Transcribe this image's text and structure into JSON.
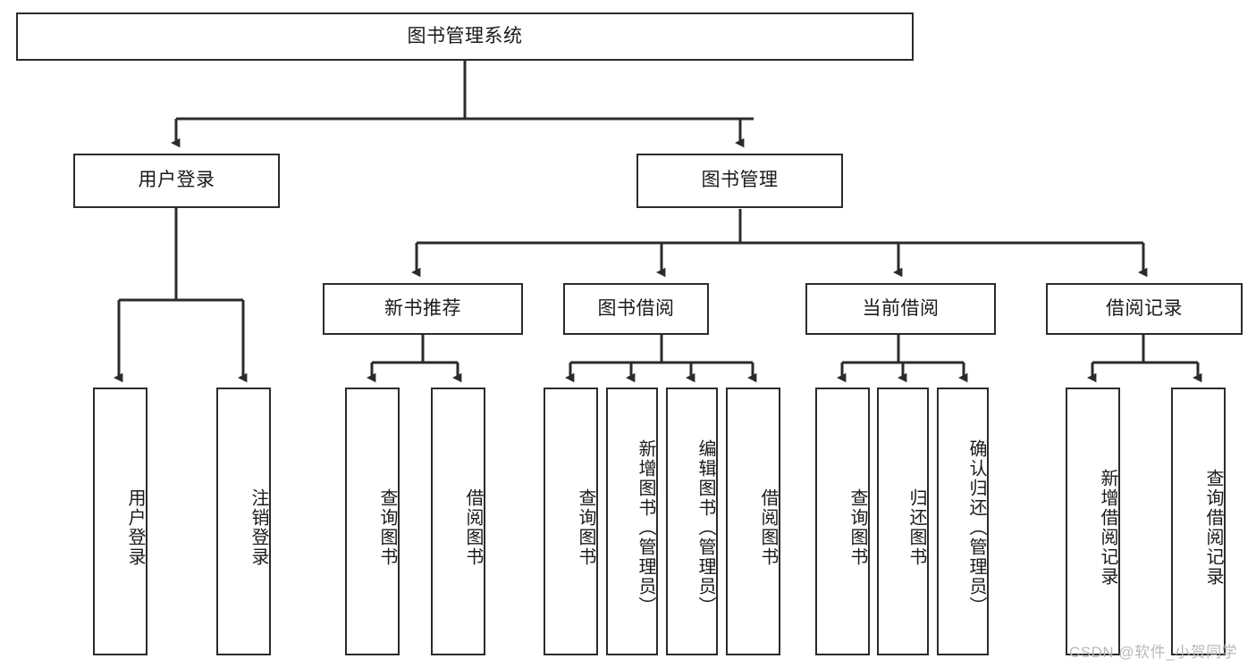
{
  "diagram": {
    "type": "tree",
    "title": "图书管理系统",
    "orientation": "top-down",
    "watermark": "CSDN @软件_小贺同学",
    "colors": {
      "box_border": "#2b2b2b",
      "box_fill": "#ffffff",
      "line": "#2b2b2b",
      "text": "#1a1a1a",
      "watermark": "#b9b9b9",
      "background": "#ffffff"
    },
    "nodes": {
      "root": {
        "label": "图书管理系统"
      },
      "level2": [
        {
          "id": "user-login",
          "label": "用户登录"
        },
        {
          "id": "book-manage",
          "label": "图书管理"
        }
      ],
      "level3": [
        {
          "id": "new-book-recommend",
          "label": "新书推荐"
        },
        {
          "id": "book-borrow",
          "label": "图书借阅"
        },
        {
          "id": "current-borrow",
          "label": "当前借阅"
        },
        {
          "id": "borrow-record",
          "label": "借阅记录"
        }
      ],
      "leaves": {
        "user-login": [
          {
            "id": "leaf-user-login",
            "label": "用户登录"
          },
          {
            "id": "leaf-user-logout",
            "label": "注销登录"
          }
        ],
        "new-book-recommend": [
          {
            "id": "leaf-query-book-1",
            "label": "查询图书"
          },
          {
            "id": "leaf-borrow-book-1",
            "label": "借阅图书"
          }
        ],
        "book-borrow": [
          {
            "id": "leaf-query-book-2",
            "label": "查询图书"
          },
          {
            "id": "leaf-add-book",
            "label": "新增图书（管理员）"
          },
          {
            "id": "leaf-edit-book",
            "label": "编辑图书（管理员）"
          },
          {
            "id": "leaf-borrow-book-2",
            "label": "借阅图书"
          }
        ],
        "current-borrow": [
          {
            "id": "leaf-query-book-3",
            "label": "查询图书"
          },
          {
            "id": "leaf-return-book",
            "label": "归还图书"
          },
          {
            "id": "leaf-confirm-return",
            "label": "确认归还（管理员）"
          }
        ],
        "borrow-record": [
          {
            "id": "leaf-add-record",
            "label": "新增借阅记录"
          },
          {
            "id": "leaf-query-record",
            "label": "查询借阅记录"
          }
        ]
      }
    }
  }
}
